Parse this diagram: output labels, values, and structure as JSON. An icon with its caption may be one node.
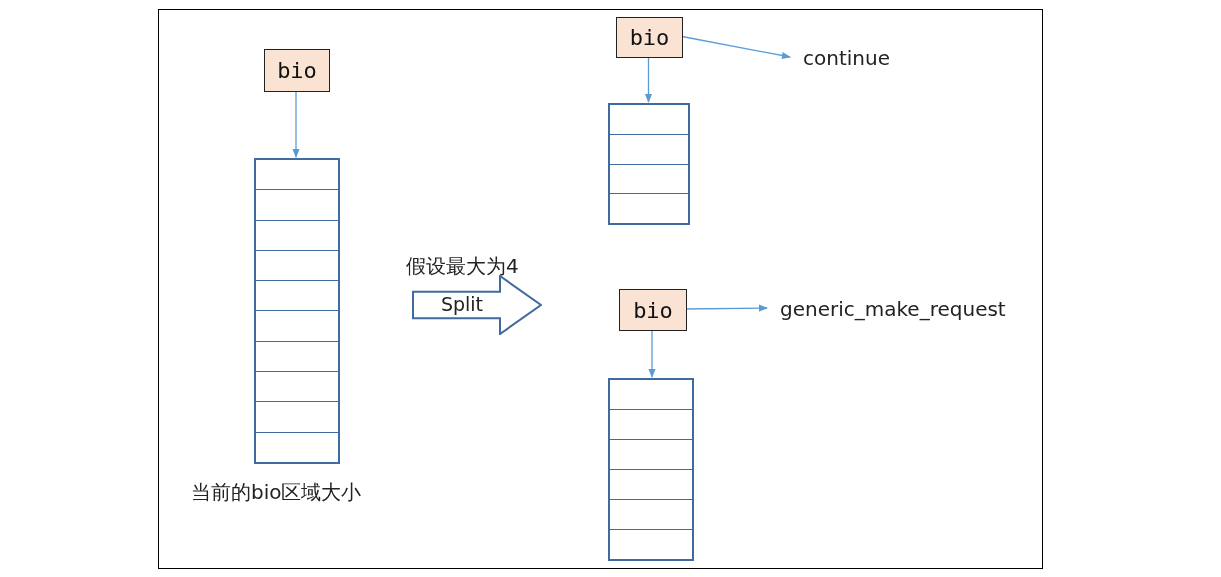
{
  "diagram": {
    "nodes": [
      {
        "text": [
          "bio"
        ]
      },
      {
        "text": [],
        "shape": "box",
        "beside": [
          "当前的bio区域大小"
        ]
      },
      {
        "text": [
          "bio"
        ]
      },
      {
        "text": [
          "continue"
        ]
      },
      {
        "text": [],
        "shape": "box"
      },
      {
        "text": [
          "bio"
        ]
      },
      {
        "text": [
          "generic_make_request"
        ]
      },
      {
        "text": [],
        "shape": "box"
      },
      {
        "text": [
          "Split"
        ],
        "beside": [
          "假设最大为4"
        ]
      }
    ],
    "edges": [
      {
        "from": 0,
        "to": 1,
        "arrow": "to"
      },
      {
        "from": 2,
        "to": 3,
        "arrow": "to"
      },
      {
        "from": 2,
        "to": 4,
        "arrow": "to"
      },
      {
        "from": 5,
        "to": 6,
        "arrow": "to"
      },
      {
        "from": 5,
        "to": 7,
        "arrow": "to"
      }
    ]
  }
}
